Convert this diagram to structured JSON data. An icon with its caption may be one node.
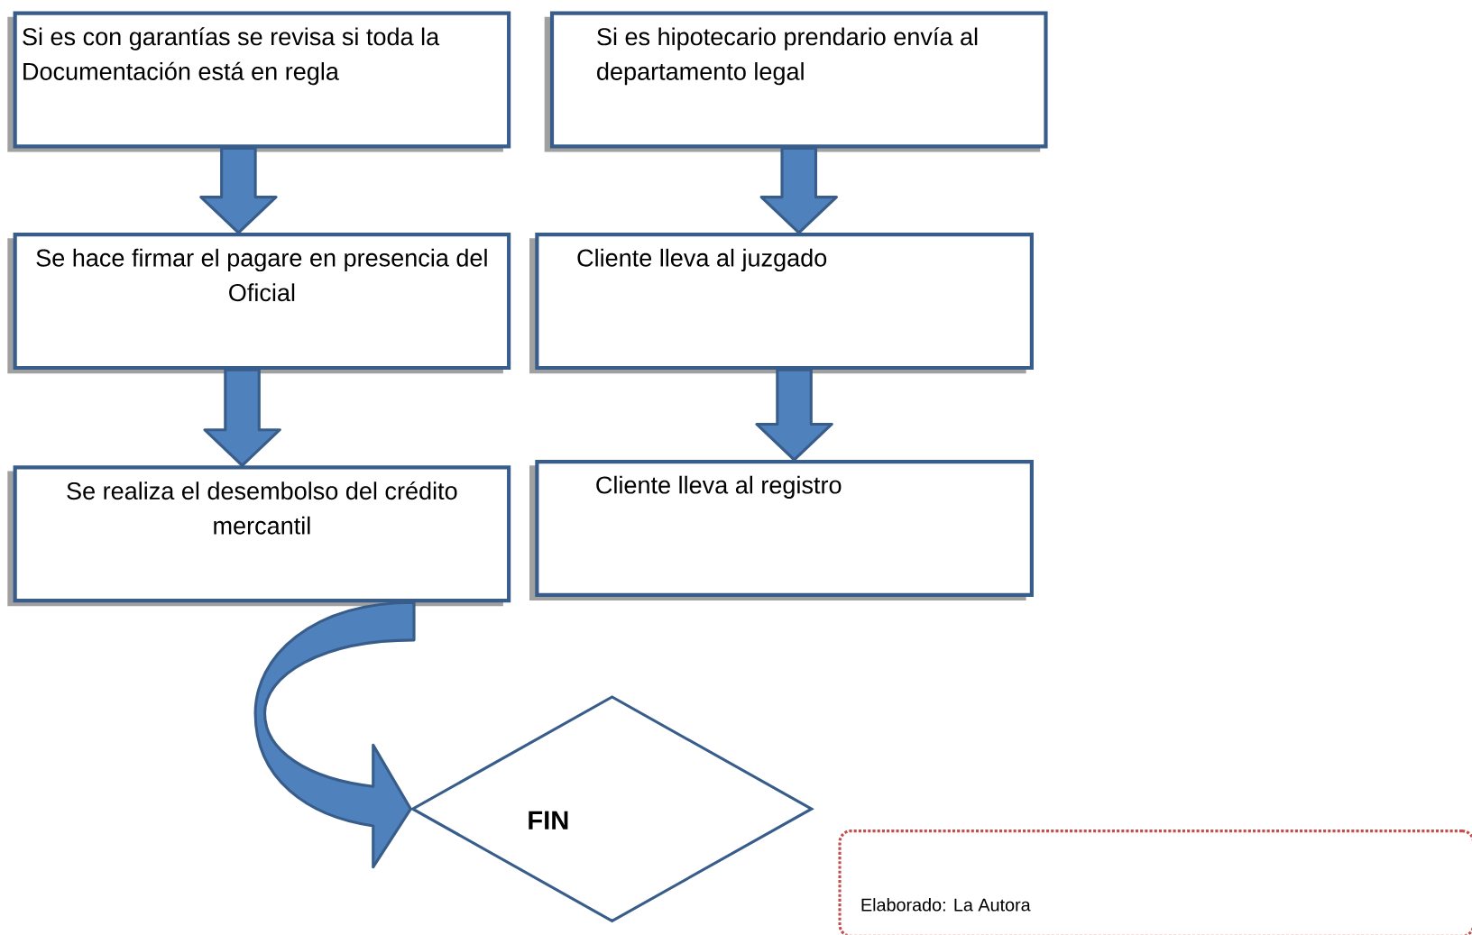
{
  "diagram": {
    "nodes": [
      {
        "text": [
          "Si es con garantías se revisa si toda la Documentación está en regla"
        ]
      },
      {
        "text": [
          "Si es hipotecario prendario envía al departamento legal"
        ]
      },
      {
        "text": [
          "Se hace firmar el pagare en presencia del Oficial"
        ]
      },
      {
        "text": [
          "Cliente lleva al juzgado"
        ]
      },
      {
        "text": [
          "Se realiza el desembolso del crédito mercantil"
        ]
      },
      {
        "text": [
          "Cliente lleva al registro"
        ]
      },
      {
        "text": [
          "FIN"
        ]
      },
      {
        "text": [
          "Elaborado: La Autora"
        ]
      }
    ],
    "edges": [
      {
        "from": 0,
        "to": 2,
        "arrow": "to"
      },
      {
        "from": 1,
        "to": 3,
        "arrow": "to"
      },
      {
        "from": 2,
        "to": 4,
        "arrow": "to"
      },
      {
        "from": 3,
        "to": 5,
        "arrow": "to"
      },
      {
        "from": 4,
        "to": 6,
        "arrow": "to"
      }
    ]
  }
}
